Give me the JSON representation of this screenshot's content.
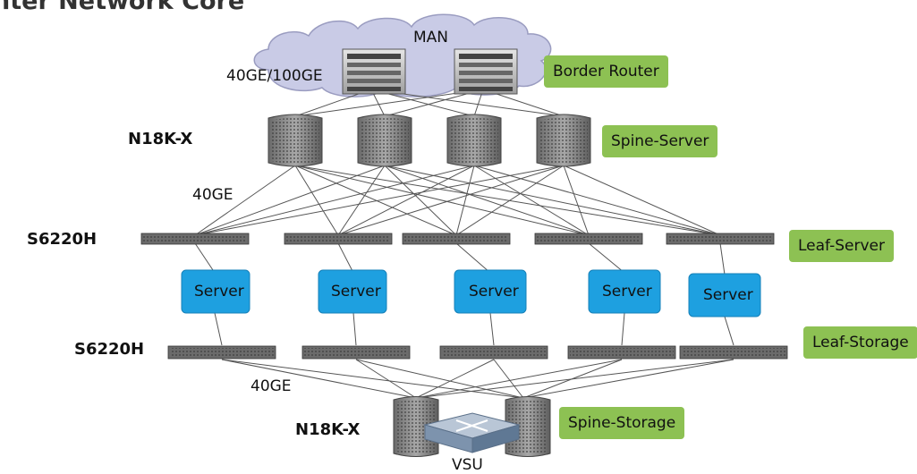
{
  "title": "nter Network Core",
  "man_label": "MAN",
  "uplink_speed": "40GE/100GE",
  "spine_speed": "40GE",
  "storage_speed": "40GE",
  "vsu_label": "VSU",
  "row_labels": {
    "spine_server": "N18K-X",
    "leaf_server": "S6220H",
    "leaf_storage": "S6220H",
    "spine_storage": "N18K-X"
  },
  "role_tags": {
    "border_router": "Border Router",
    "spine_server": "Spine-Server",
    "leaf_server": "Leaf-Server",
    "leaf_storage": "Leaf-Storage",
    "spine_storage": "Spine-Storage"
  },
  "servers": [
    "Server",
    "Server",
    "Server",
    "Server",
    "Server"
  ],
  "colors": {
    "tag_green": "#8dc153",
    "server_blue": "#1ea0e0",
    "cloud": "#c9cbe6",
    "link": "#555555"
  }
}
